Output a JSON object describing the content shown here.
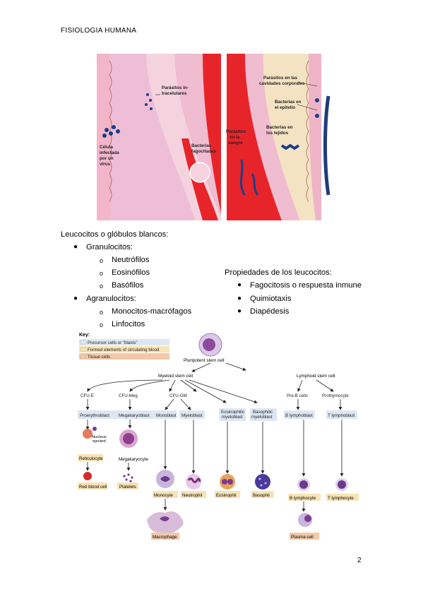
{
  "header": {
    "title": "FISIOLOGIA HUMANA"
  },
  "page_number": "2",
  "figure1": {
    "labels": {
      "intracellular": [
        "Parásitos in-",
        "tracelulares"
      ],
      "infected_cell": [
        "Célula",
        "infectada",
        "por un",
        "virus"
      ],
      "phagocytosed": [
        "Bacterias",
        "fagocitadas"
      ],
      "blood_parasites": [
        "Parásitos",
        "en la",
        "sangre"
      ],
      "body_cavity": [
        "Parásitos en las",
        "cavidades corporales"
      ],
      "epithelium": [
        "Bacterias en",
        "el epitelio"
      ],
      "tissue": [
        "Bacterias en",
        "los tejidos"
      ]
    }
  },
  "leukocytes": {
    "title": "Leucocitos o glóbulos blancos:",
    "groups": [
      {
        "label": "Granulocitos:",
        "items": [
          "Neutrófilos",
          "Eosinófilos",
          "Basófilos"
        ]
      },
      {
        "label": "Agranulocitos:",
        "items": [
          "Monocitos-macrófagos",
          "Linfocitos"
        ]
      }
    ]
  },
  "properties": {
    "title": "Propiedades de los leucocitos:",
    "items": [
      "Fagocitosis o respuesta inmune",
      "Quimiotaxis",
      "Diapédesis"
    ]
  },
  "figure2": {
    "key": {
      "title": "Key:",
      "entries": [
        "Precursor cells or \"blasts\"",
        "Formed elements of circulating blood",
        "Tissue cells"
      ],
      "colors": [
        "#dde7f2",
        "#f7e3b5",
        "#f2c9a8"
      ]
    },
    "pluripotent": "Pluripotent stem cell",
    "myeloid": "Myeloid stem cell",
    "lymphoid": "Lymphoid stem cell",
    "cfu_e": "CFU-E",
    "cfu_meg": "CFU-Meg",
    "cfu_gm": "CFU-GM",
    "pre_b": "Pre-B cells",
    "prothymocyte": "Prothymocyte",
    "proerythroblast": "Proerythroblast",
    "megakaryoblast": "Megakaryoblast",
    "monoblast": "Monoblast",
    "myeloblast": "Myeloblast",
    "eosinophilic": [
      "Eosinophilic",
      "myeloblast"
    ],
    "basophilic": [
      "Basophilic",
      "myeloblast"
    ],
    "b_lymphoblast": "B lymphoblast",
    "t_lymphoblast": "T lymphoblast",
    "nucleus_ejected": [
      "Nucleus",
      "ejected"
    ],
    "reticulocyte": "Reticulocyte",
    "megakaryocyte": "Megakaryocyte",
    "red_blood_cell": "Red blood cell",
    "platelets": "Platelets",
    "monocyte": "Monocyte",
    "neutrophil": "Neutrophil",
    "eosinophil": "Eosinophil",
    "basophil": "Basophil",
    "b_lymphocyte": "B lymphocyte",
    "t_lymphocyte": "T lymphocyte",
    "macrophage": "Macrophage",
    "plasma_cell": "Plasma cell"
  }
}
